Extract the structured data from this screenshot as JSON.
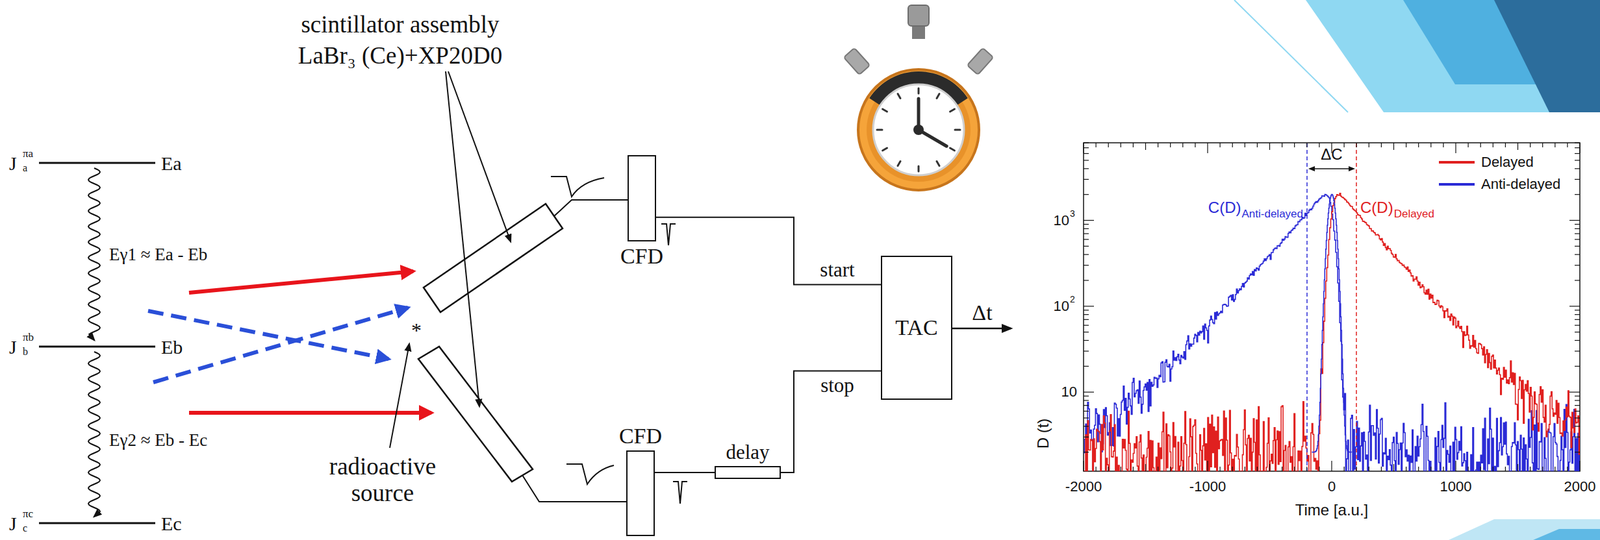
{
  "diagram": {
    "nodes": [
      {
        "text": [
          "CFD"
        ]
      },
      {
        "text": [
          "CFD"
        ]
      },
      {
        "text": [
          "delay"
        ]
      },
      {
        "text": [
          "TAC"
        ]
      }
    ],
    "edges": [
      {
        "from": 0,
        "to": 3,
        "label": "start",
        "arrow": "none"
      },
      {
        "from": 1,
        "to": 2,
        "arrow": "none"
      },
      {
        "from": 2,
        "to": 3,
        "label": "stop",
        "arrow": "none"
      }
    ],
    "labels": [
      "J",
      "πa",
      "a",
      "Ea",
      "Eγ1 ≈ Ea - Eb",
      "J",
      "πb",
      "b",
      "Eb",
      "Eγ2 ≈ Eb - Ec",
      "J",
      "πc",
      "c",
      "Ec",
      "scintillator assembly",
      "LaBr₃ (Ce)+XP20D0",
      "*",
      "radioactive source",
      "Δt",
      "10",
      "3",
      "10",
      "2",
      "10",
      "-2000",
      "-1000",
      "0",
      "1000",
      "2000",
      "Time [a.u.]",
      "D (t)",
      "ΔC",
      "C(D)",
      "Anti-delayed",
      "C(D)",
      "Delayed"
    ],
    "legend": [
      {
        "text": "Delayed",
        "color": "#e0201f"
      },
      {
        "text": "Anti-delayed",
        "color": "#2b2bd6"
      }
    ]
  }
}
